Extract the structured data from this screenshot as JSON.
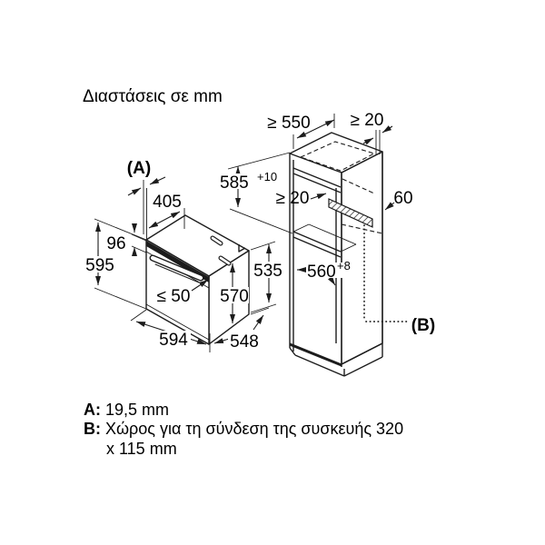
{
  "title": "Διαστάσεις σε mm",
  "colors": {
    "line": "#1c1c1c",
    "text": "#000000",
    "background": "#ffffff"
  },
  "oven_dims": {
    "front_overhang_label": "(A)",
    "top_depth": "405",
    "panel_height": "96",
    "front_height": "595",
    "handle_clearance": "≤ 50",
    "body_height": "570",
    "rear_height": "535",
    "width": "594",
    "depth": "548"
  },
  "cabinet_dims": {
    "min_depth": "≥ 550",
    "rear_wall_gap": "≥ 20",
    "niche_height": "585",
    "niche_height_tolerance": "+10",
    "vent_gap": "≥ 20",
    "vent_depth": "60",
    "niche_width": "560",
    "niche_width_tolerance": "+8",
    "connection_label": "(B)"
  },
  "footnotes": {
    "a_label": "A:",
    "a_value": "19,5 mm",
    "b_label": "B:",
    "b_value_line1": "Χώρος για τη σύνδεση της συσκευής 320",
    "b_value_line2": "x 115 mm"
  }
}
